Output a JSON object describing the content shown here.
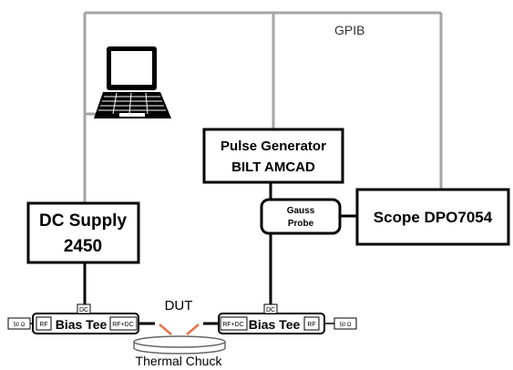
{
  "bus_label": "GPIB",
  "dc_supply": {
    "line1": "DC Supply",
    "line2": "2450"
  },
  "pulse_generator": {
    "line1": "Pulse Generator",
    "line2": "BILT AMCAD"
  },
  "gauss_probe": {
    "line1": "Gauss",
    "line2": "Probe"
  },
  "scope": {
    "label": "Scope DPO7054"
  },
  "bias_tee_left": {
    "label": "Bias Tee",
    "dc": "DC",
    "rf": "RF",
    "rf_dc": "RF+DC",
    "load": "50 Ω"
  },
  "bias_tee_right": {
    "label": "Bias Tee",
    "dc": "DC",
    "rf": "RF",
    "rf_dc": "RF+DC",
    "load": "50 Ω"
  },
  "dut_label": "DUT",
  "chuck_label": "Thermal Chuck",
  "colors": {
    "bus": "#a6a6a6",
    "wire": "#000000",
    "probe_tips": "#e8734a"
  },
  "icons": [
    "laptop-icon"
  ]
}
